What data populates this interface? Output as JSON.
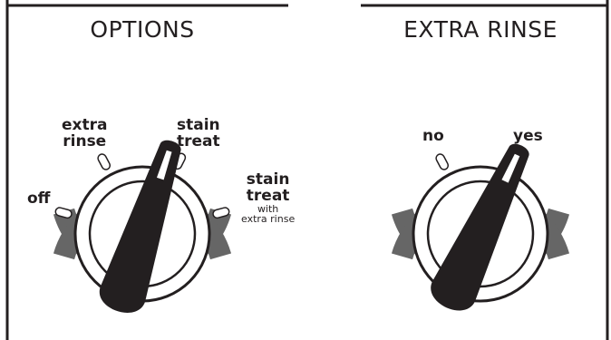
{
  "colors": {
    "outline": "#231f20",
    "ring": "#666666",
    "knob": "#231f20",
    "knob_stripe": "#ffffff",
    "background": "#ffffff",
    "label": "#231f20"
  },
  "options": {
    "title": "OPTIONS",
    "labels": {
      "off": "off",
      "extra_rinse": [
        "extra",
        "rinse"
      ],
      "stain_treat": [
        "stain",
        "treat"
      ],
      "stain_treat_extra": [
        "stain",
        "treat",
        "with",
        "extra rinse"
      ]
    }
  },
  "extra_rinse": {
    "title": "EXTRA RINSE",
    "labels": {
      "no": "no",
      "yes": "yes"
    }
  }
}
